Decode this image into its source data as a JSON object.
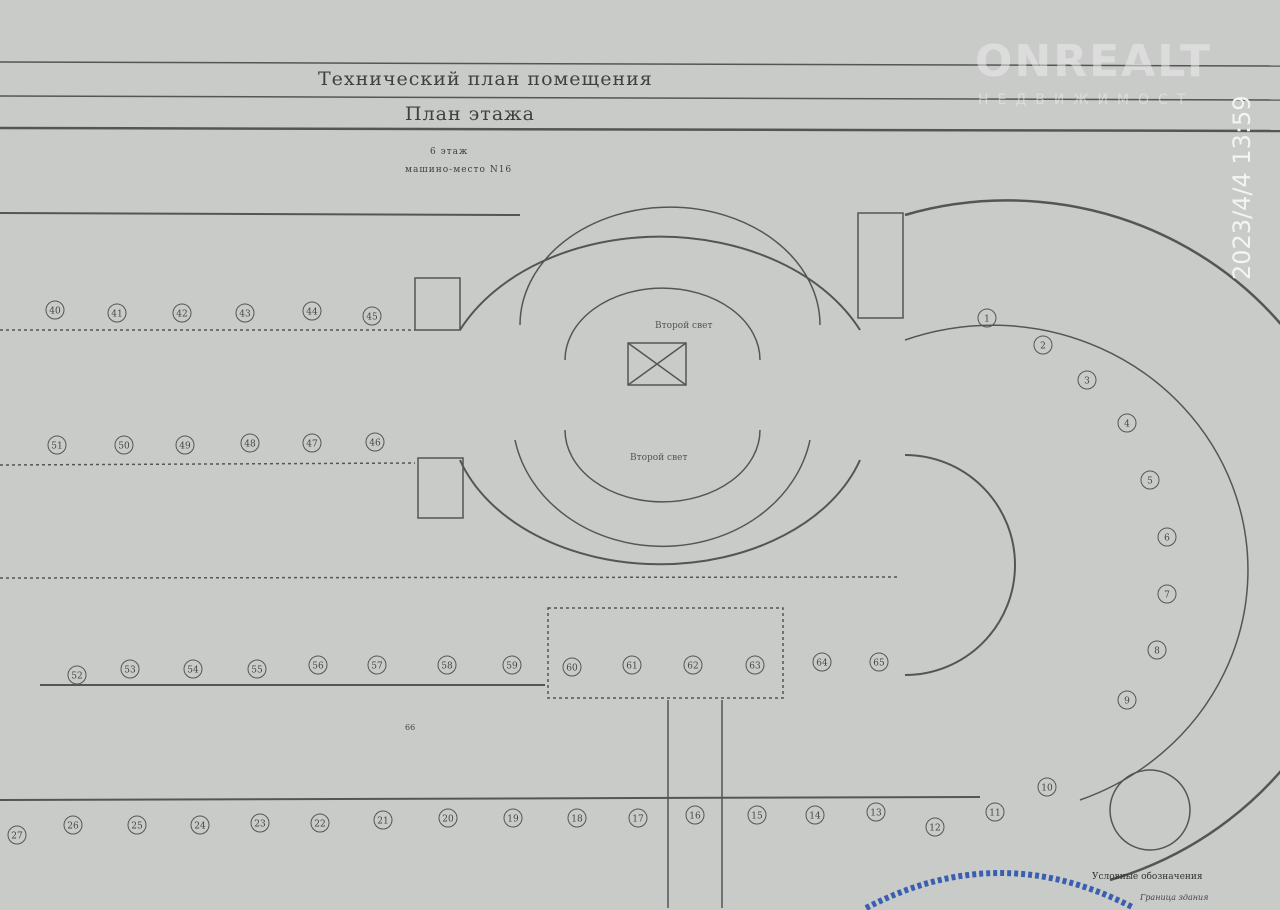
{
  "document": {
    "title": "Технический план помещения",
    "subtitle": "План этажа",
    "floor": "6 этаж",
    "parking_space": "машино-место N16",
    "second_light": "Второй свет",
    "legend_title": "Условные обозначения",
    "legend_item": "Граница здания"
  },
  "watermark": {
    "brand": "ONREALT",
    "tagline": "НЕДВИЖИМОСТ"
  },
  "timestamp": "2023/4/4 13:59",
  "spots": {
    "top_row": [
      "40",
      "41",
      "42",
      "43",
      "44",
      "45"
    ],
    "middle_upper_row": [
      "51",
      "50",
      "49",
      "48",
      "47",
      "46"
    ],
    "middle_lower_row": [
      "52",
      "53",
      "54",
      "55",
      "56",
      "57",
      "58",
      "59",
      "60",
      "61",
      "62",
      "63",
      "64",
      "65"
    ],
    "bottom_row": [
      "27",
      "26",
      "25",
      "24",
      "23",
      "22",
      "21",
      "20",
      "19",
      "18",
      "17",
      "16",
      "15",
      "14",
      "13",
      "12",
      "11",
      "10"
    ],
    "arc_row": [
      "1",
      "2",
      "3",
      "4",
      "5",
      "6",
      "7",
      "8",
      "9"
    ],
    "driveway": "66"
  },
  "colors": {
    "paper": "#c9cbc9",
    "ink": "#555655",
    "stamp": "#3a5fb0"
  }
}
